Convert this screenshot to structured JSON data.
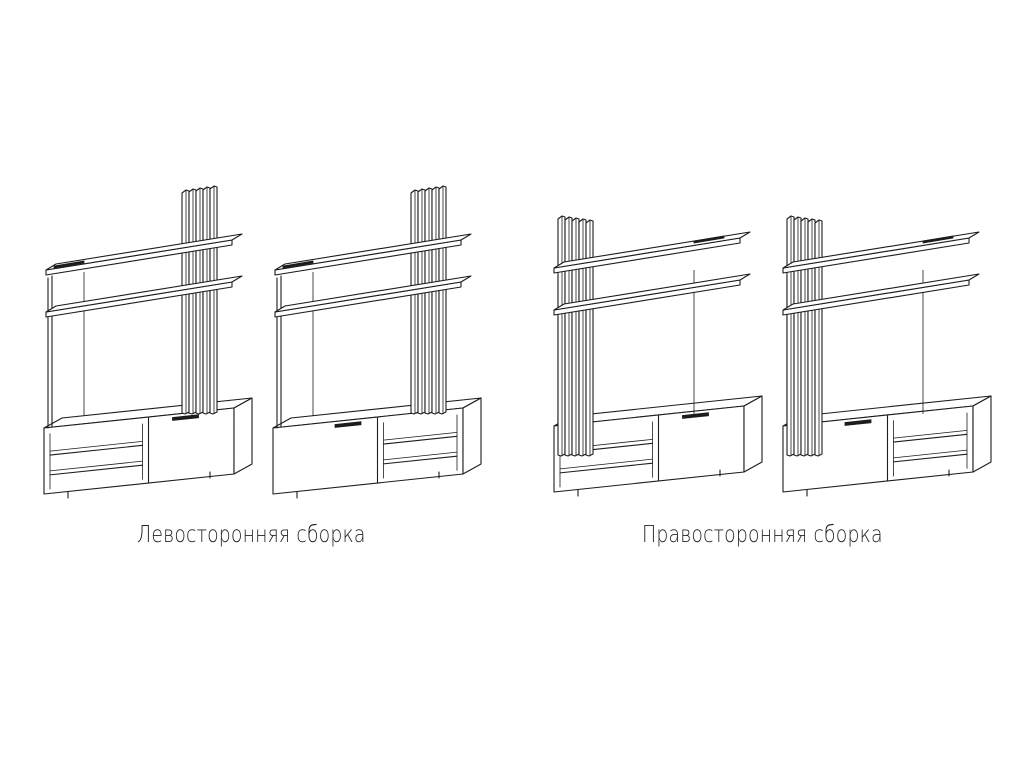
{
  "captions": {
    "left": "Левосторонняя сборка",
    "right": "Правосторонняя сборка"
  },
  "colors": {
    "line": "#1c1c1c",
    "background": "#ffffff"
  },
  "units": [
    {
      "id": "left-a",
      "assembly": "left",
      "slats_side": "right",
      "door_side": "right"
    },
    {
      "id": "left-b",
      "assembly": "left",
      "slats_side": "right",
      "door_side": "left"
    },
    {
      "id": "right-a",
      "assembly": "right",
      "slats_side": "left",
      "door_side": "right"
    },
    {
      "id": "right-b",
      "assembly": "right",
      "slats_side": "left",
      "door_side": "left"
    }
  ]
}
